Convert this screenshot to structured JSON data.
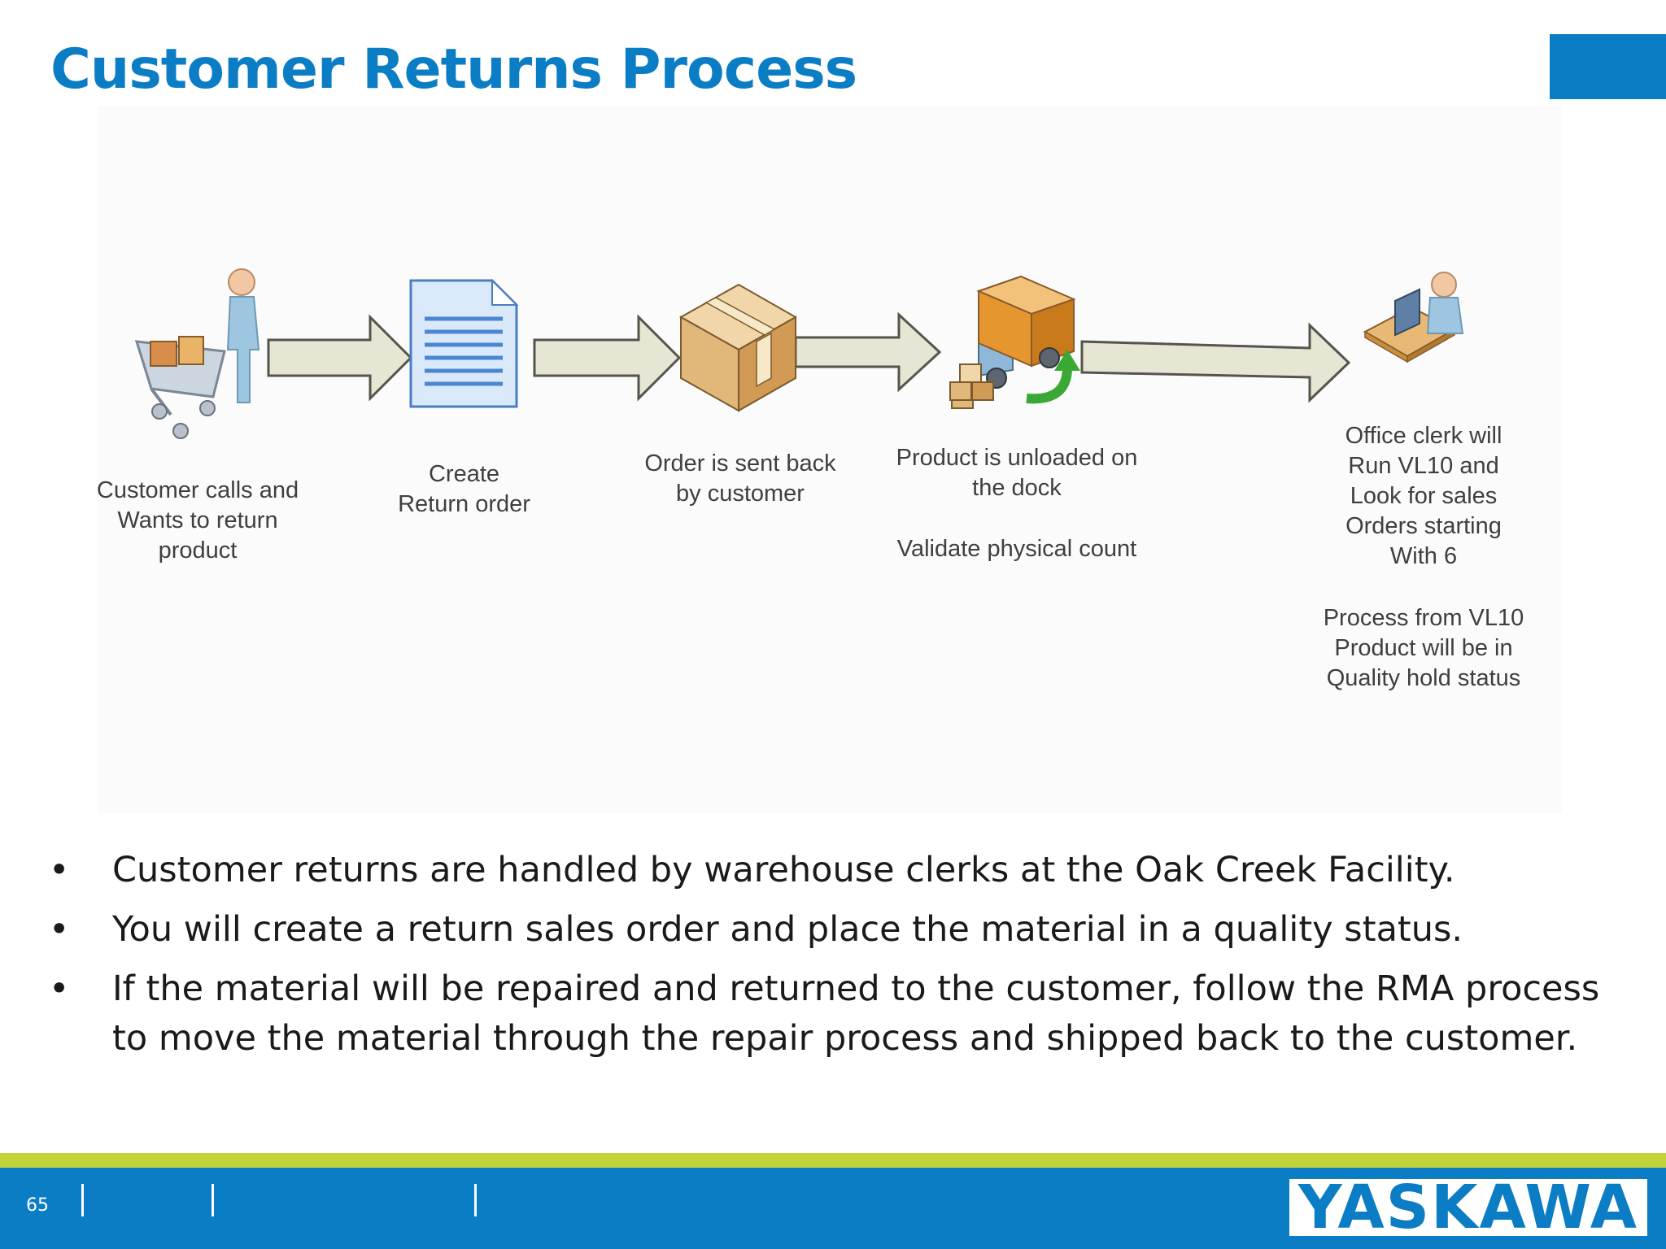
{
  "slide": {
    "title": "Customer Returns Process",
    "page_number": "65"
  },
  "diagram": {
    "steps": [
      {
        "icon": "shopping-cart-person-icon",
        "label": "Customer calls and\nWants to return\nproduct"
      },
      {
        "icon": "document-icon",
        "label": "Create\nReturn order"
      },
      {
        "icon": "package-box-icon",
        "label": "Order is sent back\nby customer"
      },
      {
        "icon": "delivery-truck-icon",
        "label": "Product is unloaded on\nthe dock",
        "note": "Validate physical count"
      },
      {
        "icon": "office-clerk-desk-icon",
        "label": "Office clerk will\nRun VL10 and\nLook for sales\nOrders starting\nWith 6",
        "note": "Process from VL10\nProduct will be in\nQuality hold status"
      }
    ]
  },
  "bullets": [
    "Customer returns are handled by warehouse clerks at the Oak Creek Facility.",
    "You will create a return sales order and place the material in a quality status.",
    "If the material will be repaired and returned to the customer, follow the RMA process to move the material through the repair process and shipped back to the customer."
  ],
  "bullet_marker": "•",
  "footer": {
    "logo_text": "YASKAWA"
  },
  "colors": {
    "brand_blue": "#0b7dc4",
    "accent_lime": "#c3d43a",
    "arrow_fill": "#e7e5d4",
    "arrow_stroke": "#55554c"
  }
}
